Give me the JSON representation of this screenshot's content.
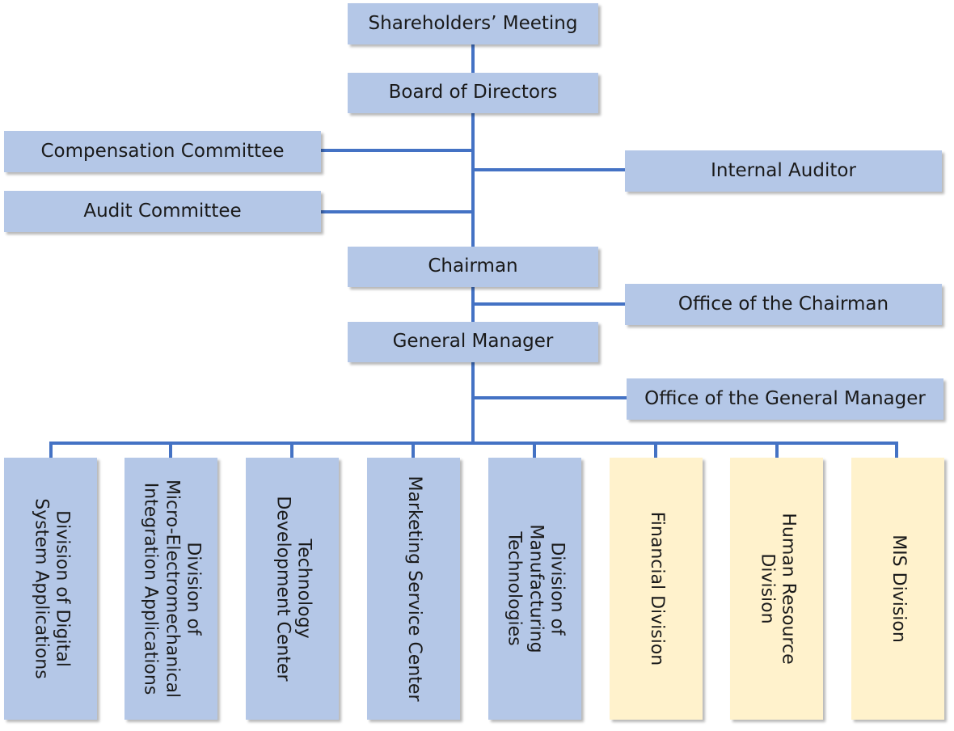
{
  "chart": {
    "shareholders": "Shareholders’ Meeting",
    "board": "Board of Directors",
    "compensation": "Compensation Committee",
    "audit_committee": "Audit Committee",
    "internal_auditor": "Internal Auditor",
    "chairman": "Chairman",
    "office_chairman": "Office of the Chairman",
    "general_manager": "General Manager",
    "office_gm": "Office of the General Manager",
    "divisions": [
      "Division of  Digital\nSystem Applications",
      "Division of\nMicro-Electromechanical\nIntegration Applications",
      "Technology\nDevelopment Center",
      "Marketing Service Center",
      "Division of\nManufacturing\nTechnologies",
      "Financial Division",
      "Human Resource\nDivision",
      "MIS Division"
    ]
  },
  "colors": {
    "box_blue": "#b4c7e7",
    "box_gold": "#fff2cc",
    "connector": "#4472c4"
  }
}
